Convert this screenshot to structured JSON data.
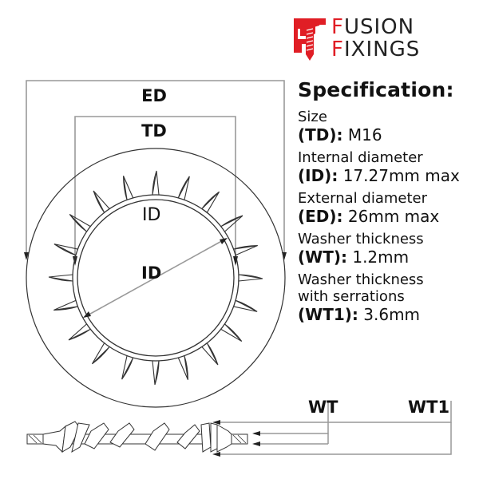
{
  "brand": {
    "name_line1": "FUSION",
    "name_line2": "FIXINGS",
    "accent_color": "#e01e25",
    "logo_icon": "ff-screw-logo-icon"
  },
  "specification": {
    "title": "Specification:",
    "items": [
      {
        "label": "Size",
        "key": "(TD):",
        "value": "M16"
      },
      {
        "label": "Internal diameter",
        "key": "(ID):",
        "value": "17.27mm max"
      },
      {
        "label": "External diameter",
        "key": "(ED):",
        "value": "26mm max"
      },
      {
        "label": "Washer thickness",
        "key": "(WT):",
        "value": "1.2mm"
      },
      {
        "label": "Washer thickness",
        "label2": "with serrations",
        "key": "(WT1):",
        "value": "3.6mm"
      }
    ]
  },
  "diagram": {
    "labels": {
      "ed": "ED",
      "td": "TD",
      "id_top": "ID",
      "id_center": "ID",
      "wt": "WT",
      "wt1": "WT1"
    },
    "line_color": "#333333",
    "dimension_color": "#999999"
  }
}
